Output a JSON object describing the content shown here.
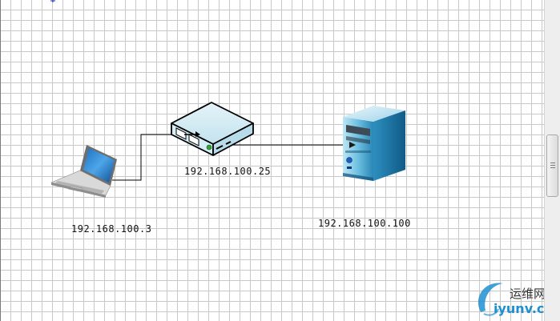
{
  "diagram": {
    "laptop": {
      "ip": "192.168.100.3",
      "icon": "laptop-icon"
    },
    "switch": {
      "ip": "192.168.100.25",
      "icon": "network-switch-icon"
    },
    "server": {
      "ip": "192.168.100.100",
      "icon": "server-tower-icon"
    }
  },
  "watermark": {
    "cn": "运维网",
    "en": "iyunv.com"
  },
  "colors": {
    "grid": "#c8c8c8",
    "device_blue": "#2b86b8",
    "link": "#000000",
    "watermark_blue": "#1e8fd0"
  }
}
